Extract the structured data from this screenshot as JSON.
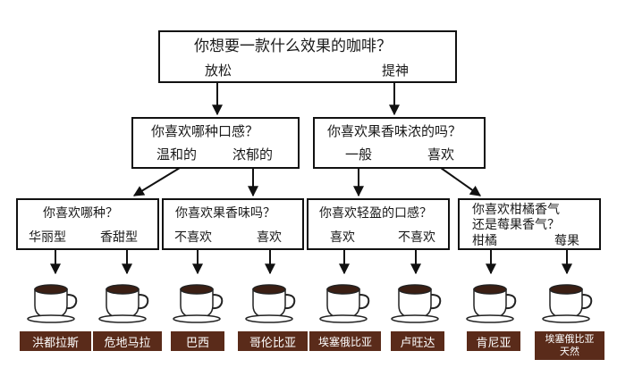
{
  "root": {
    "question": "你想要一款什么效果的咖啡？",
    "options": [
      "放松",
      "提神"
    ]
  },
  "level2": [
    {
      "question": "你喜欢哪种口感？",
      "options": [
        "温和的",
        "浓郁的"
      ]
    },
    {
      "question": "你喜欢果香味浓的吗？",
      "options": [
        "一般",
        "喜欢"
      ]
    }
  ],
  "level3": [
    {
      "question": "你喜欢哪种？",
      "options": [
        "华丽型",
        "香甜型"
      ]
    },
    {
      "question": "你喜欢果香味吗？",
      "options": [
        "不喜欢",
        "喜欢"
      ]
    },
    {
      "question": "你喜欢轻盈的口感？",
      "options": [
        "喜欢",
        "不喜欢"
      ]
    },
    {
      "question_line1": "你喜欢柑橘香气",
      "question_line2": "还是莓果香气？",
      "options": [
        "柑橘",
        "莓果"
      ]
    }
  ],
  "results": [
    "洪都拉斯",
    "危地马拉",
    "巴西",
    "哥伦比亚",
    "埃塞俄比亚",
    "卢旺达",
    "肯尼亚"
  ],
  "last_result": {
    "line1": "埃塞俄比亚",
    "line2": "天然"
  },
  "colors": {
    "result_bg": "#5a2b1a",
    "coffee": "#3b1f14",
    "line": "#111111"
  }
}
